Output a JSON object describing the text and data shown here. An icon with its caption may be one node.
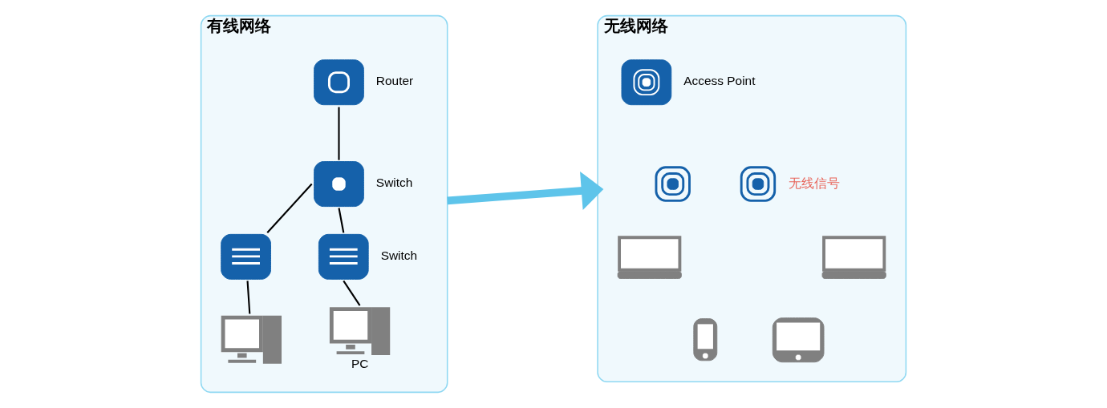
{
  "diagram": {
    "nodes": [
      {
        "text": [
          "有线网络"
        ]
      },
      {
        "text": [],
        "shape": "box",
        "beside": [
          "Router"
        ],
        "in": 0
      },
      {
        "text": [],
        "shape": "box",
        "beside": [
          "Switch"
        ],
        "in": 0
      },
      {
        "text": [],
        "shape": "box",
        "in": 0
      },
      {
        "text": [],
        "shape": "box",
        "beside": [
          "Switch"
        ],
        "in": 0
      },
      {
        "text": [],
        "shape": "picture",
        "in": 0
      },
      {
        "text": [],
        "shape": "picture",
        "beside": [
          "PC"
        ],
        "in": 0
      },
      {
        "text": [
          "无线网络"
        ]
      },
      {
        "text": [],
        "shape": "box",
        "beside": [
          "Access Point"
        ],
        "in": 7
      },
      {
        "text": [],
        "shape": "picture",
        "in": 7
      },
      {
        "text": [],
        "shape": "picture",
        "beside": [
          "无线信号"
        ],
        "in": 7
      },
      {
        "text": [],
        "shape": "picture",
        "in": 7
      },
      {
        "text": [],
        "shape": "picture",
        "in": 7
      },
      {
        "text": [],
        "shape": "picture",
        "in": 7
      },
      {
        "text": [],
        "shape": "picture",
        "in": 7
      }
    ],
    "edges": [
      {
        "from": 1,
        "to": 2,
        "arrow": "none"
      },
      {
        "from": 2,
        "to": 3,
        "arrow": "none"
      },
      {
        "from": 2,
        "to": 4,
        "arrow": "none"
      },
      {
        "from": 3,
        "to": 5,
        "arrow": "none"
      },
      {
        "from": 4,
        "to": 6,
        "arrow": "none"
      },
      {
        "from": 0,
        "to": 7,
        "arrow": "to",
        "style": "thick",
        "color": "#5ec4ea"
      }
    ]
  }
}
